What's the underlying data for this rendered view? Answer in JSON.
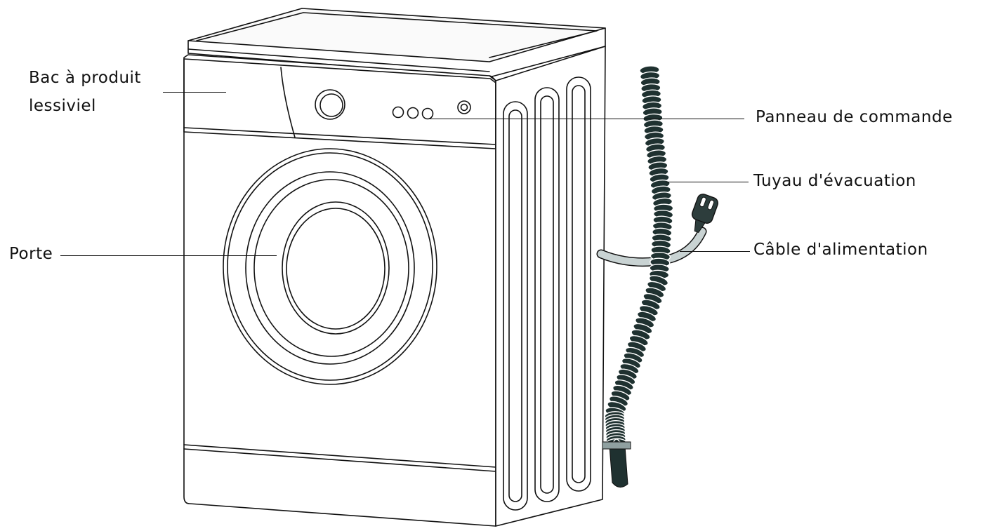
{
  "labels": {
    "dispenser_line1": "Bac à produit",
    "dispenser_line2": "lessiviel",
    "control_panel": "Panneau de commande",
    "drain_hose": "Tuyau d'évacuation",
    "power_cable": "Câble d'alimentation",
    "door": "Porte"
  },
  "colors": {
    "line": "#111111",
    "hose": "#1f3130",
    "cable": "#c9d3d3",
    "plug": "#2d3d3c"
  }
}
